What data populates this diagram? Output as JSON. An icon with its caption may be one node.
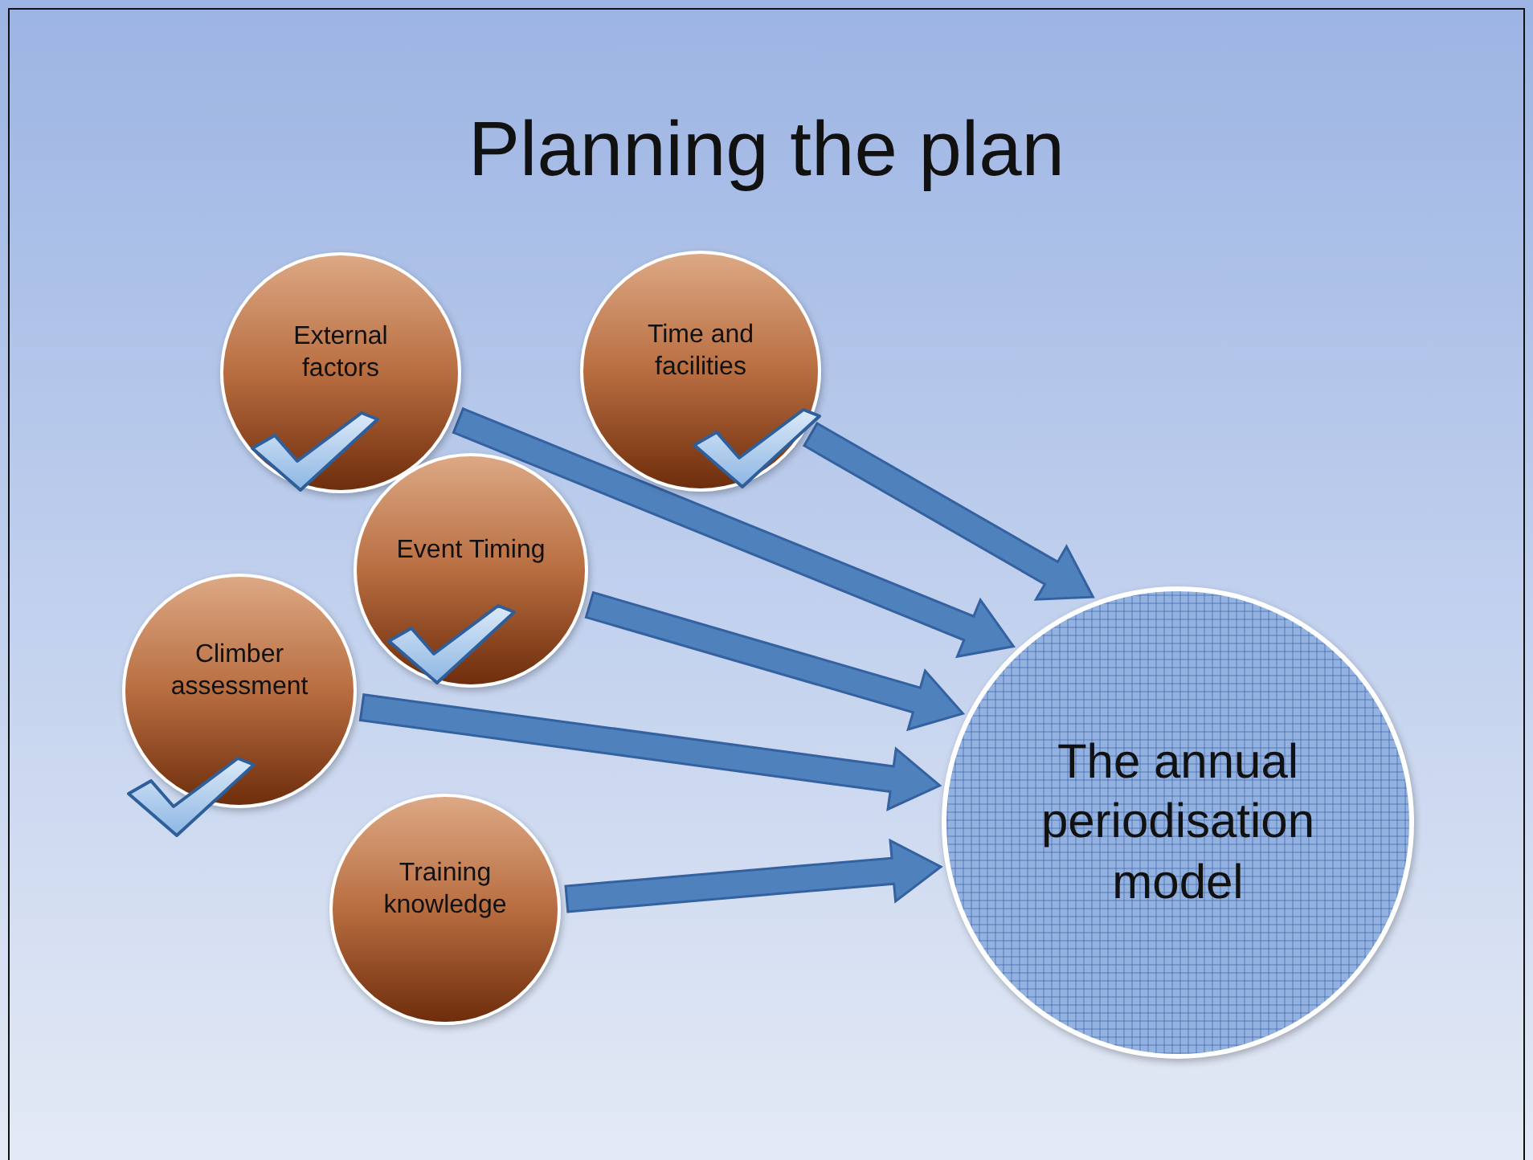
{
  "diagram": {
    "title": "Planning the plan",
    "nodes": [
      {
        "text": [
          "External factors"
        ]
      },
      {
        "text": [
          "Time and facilities"
        ]
      },
      {
        "text": [
          "Event Timing"
        ]
      },
      {
        "text": [
          "Climber assessment"
        ]
      },
      {
        "text": [
          "Training knowledge"
        ]
      },
      {
        "text": [
          "The annual periodisation model"
        ]
      }
    ],
    "edges": [
      {
        "from": 0,
        "to": 5,
        "arrow": "to"
      },
      {
        "from": 1,
        "to": 5,
        "arrow": "to"
      },
      {
        "from": 2,
        "to": 5,
        "arrow": "to"
      },
      {
        "from": 3,
        "to": 5,
        "arrow": "to"
      },
      {
        "from": 4,
        "to": 5,
        "arrow": "to"
      }
    ]
  }
}
